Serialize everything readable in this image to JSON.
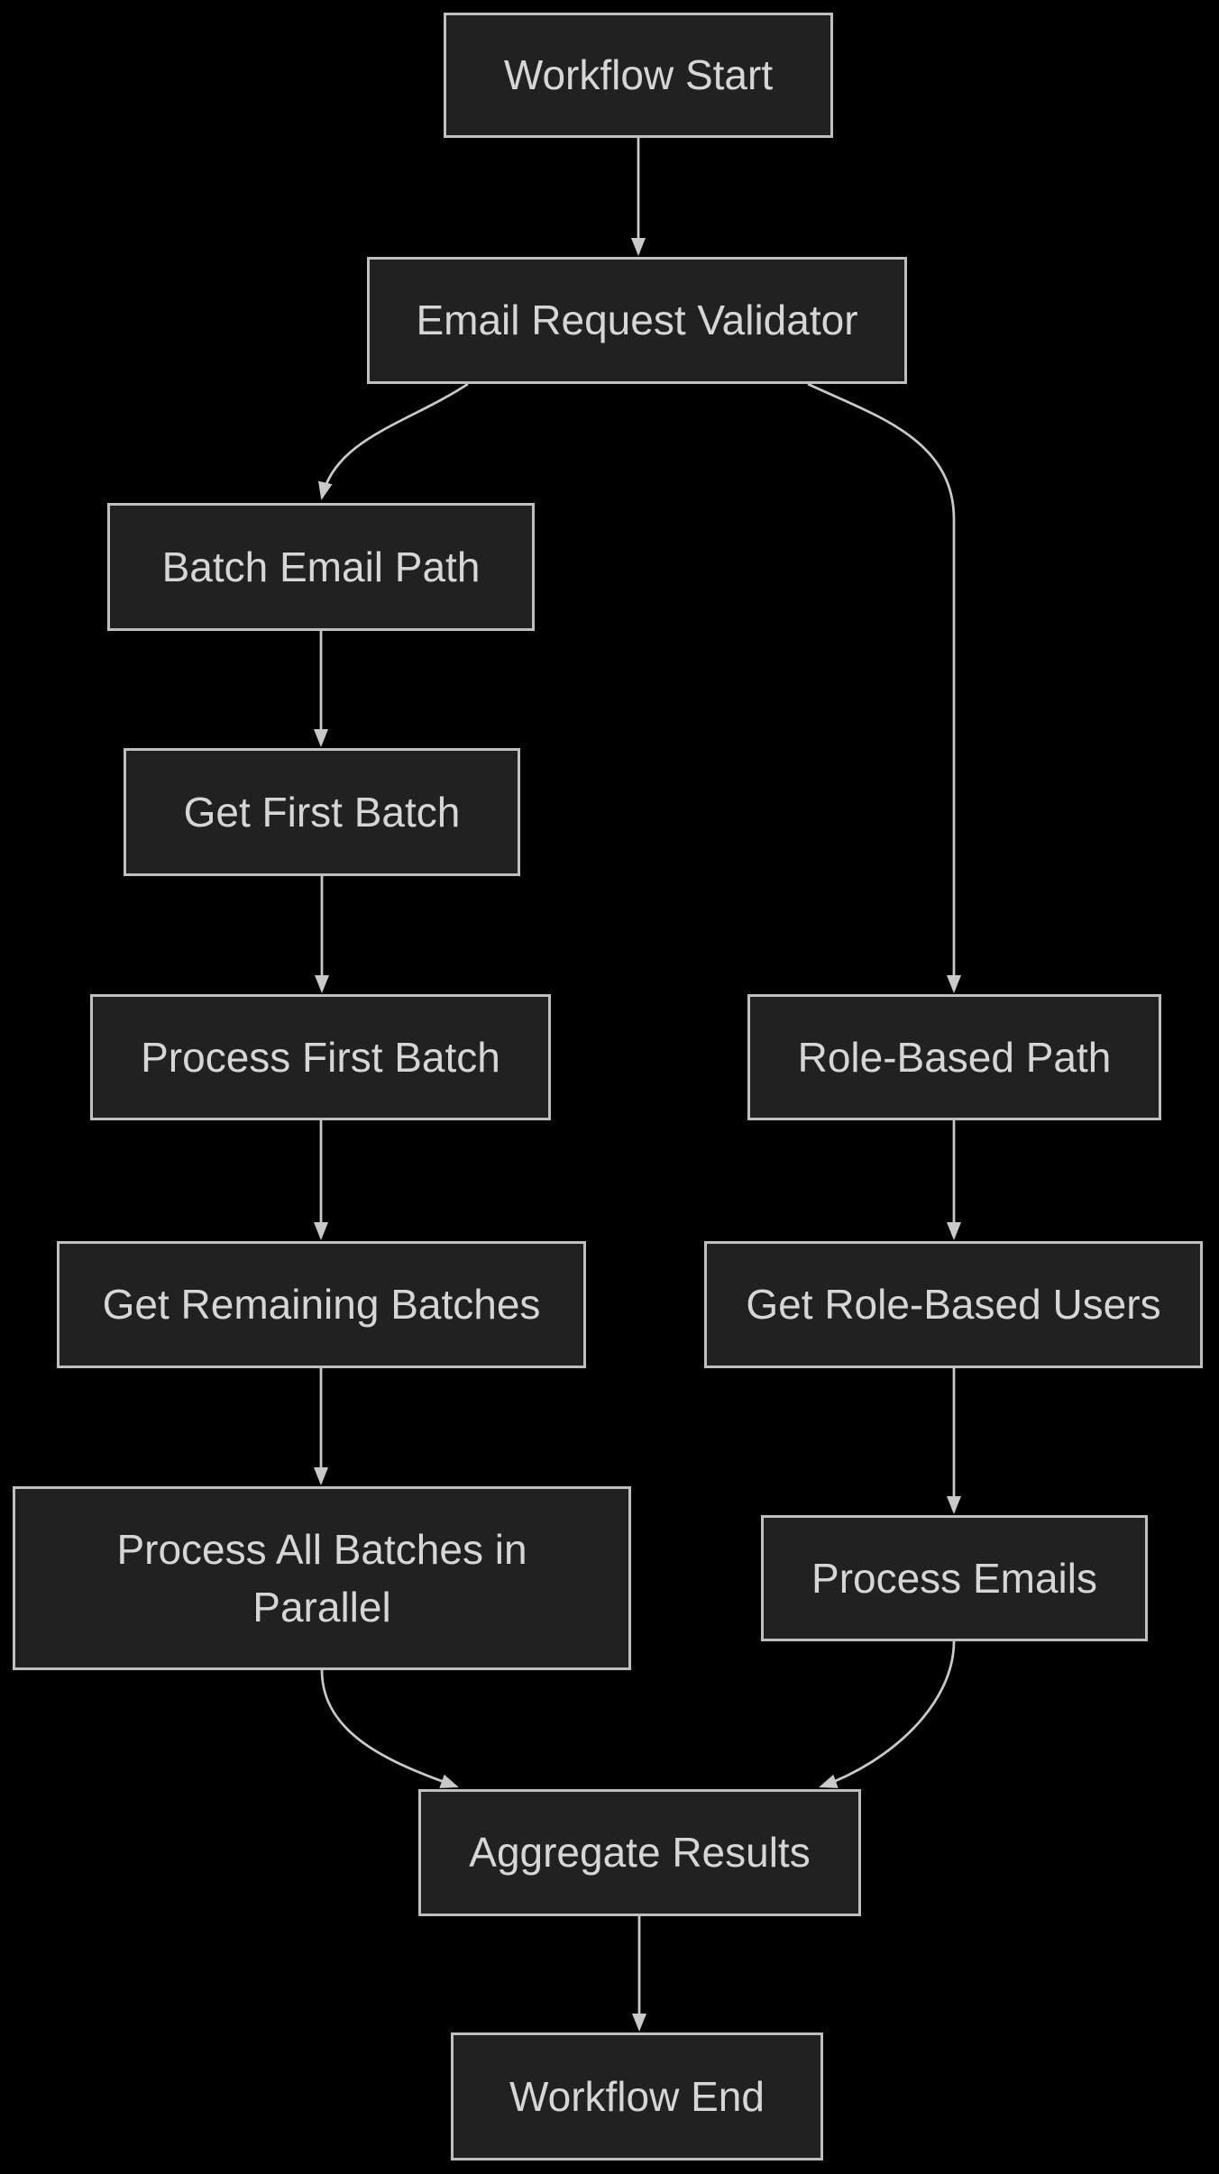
{
  "diagram": {
    "type": "flowchart",
    "direction": "top-down",
    "theme": {
      "background": "#000000",
      "node_fill": "#212121",
      "node_border": "#bfbfbf",
      "text_color": "#d6d6d6",
      "edge_color": "#c9c9c9"
    },
    "nodes": [
      {
        "id": "workflow-start",
        "label": "Workflow Start"
      },
      {
        "id": "email-request-validator",
        "label": "Email Request Validator"
      },
      {
        "id": "batch-email-path",
        "label": "Batch Email Path"
      },
      {
        "id": "get-first-batch",
        "label": "Get First Batch"
      },
      {
        "id": "process-first-batch",
        "label": "Process First Batch"
      },
      {
        "id": "role-based-path",
        "label": "Role-Based Path"
      },
      {
        "id": "get-remaining-batches",
        "label": "Get Remaining Batches"
      },
      {
        "id": "get-role-based-users",
        "label": "Get Role-Based Users"
      },
      {
        "id": "process-all-batches",
        "label": "Process All Batches in\nParallel"
      },
      {
        "id": "process-emails",
        "label": "Process Emails"
      },
      {
        "id": "aggregate-results",
        "label": "Aggregate Results"
      },
      {
        "id": "workflow-end",
        "label": "Workflow End"
      }
    ],
    "edges": [
      {
        "from": "workflow-start",
        "to": "email-request-validator"
      },
      {
        "from": "email-request-validator",
        "to": "batch-email-path"
      },
      {
        "from": "email-request-validator",
        "to": "role-based-path"
      },
      {
        "from": "batch-email-path",
        "to": "get-first-batch"
      },
      {
        "from": "get-first-batch",
        "to": "process-first-batch"
      },
      {
        "from": "process-first-batch",
        "to": "get-remaining-batches"
      },
      {
        "from": "get-remaining-batches",
        "to": "process-all-batches"
      },
      {
        "from": "role-based-path",
        "to": "get-role-based-users"
      },
      {
        "from": "get-role-based-users",
        "to": "process-emails"
      },
      {
        "from": "process-all-batches",
        "to": "aggregate-results"
      },
      {
        "from": "process-emails",
        "to": "aggregate-results"
      },
      {
        "from": "aggregate-results",
        "to": "workflow-end"
      }
    ]
  }
}
